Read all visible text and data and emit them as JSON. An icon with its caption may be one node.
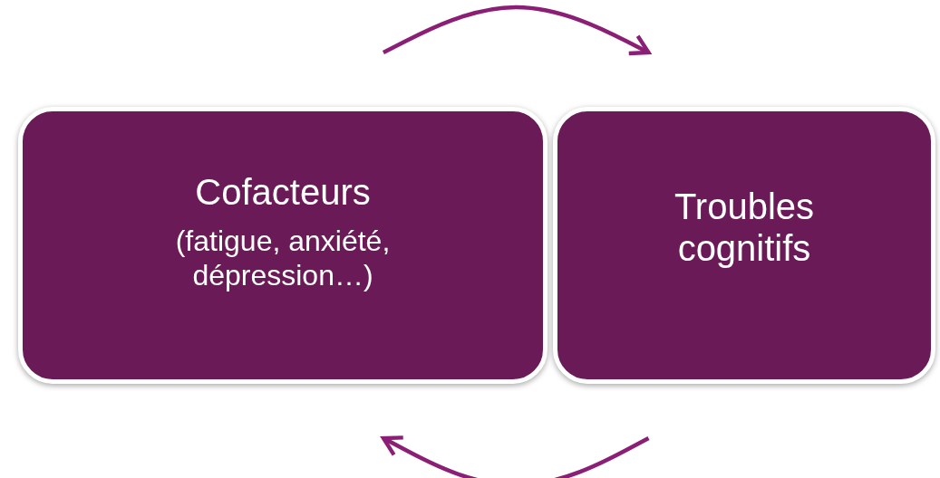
{
  "diagram": {
    "nodes": [
      {
        "text": [
          "Cofacteurs",
          "(fatigue, anxiété, dépression…)"
        ]
      },
      {
        "text": [
          "Troubles cognitifs"
        ]
      }
    ],
    "edges": [
      {
        "from": 0,
        "to": 1,
        "arrow": "to"
      },
      {
        "from": 1,
        "to": 0,
        "arrow": "to"
      }
    ]
  }
}
